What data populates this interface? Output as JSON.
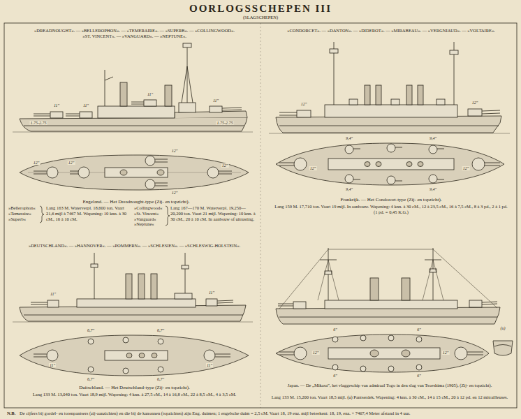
{
  "diagram": {
    "title": "OORLOGSSCHEPEN III",
    "labels": [
      "(SLAGSCHEPEN)",
      "»DREADNOUGHT«. — »BELLEROPHON«. — »TEMERAIRE«. — »SUPERB«. — »COLLINGWOOD«.",
      "»ST. VINCENT«. — »VANGUARD«. — »NEPTUNE«.",
      "»CONDORCET«. — »DANTON«. — »DIDEROT«. — »MIRABEAU«. — »VERGNIAUD«. — »VOLTAIRE«.",
      "Engeland. — Het Dreadnought-type (Zij- en topzicht).",
      "»Bellerophon« »Temeraire« »Superb«",
      "Lang 163 M. Waterverpl. 18,600 ton. Vaart 21,6 mijl à 7467 M. Wapening: 10 knn. à 30 cM., 16 à 10 cM.",
      "»Collingwood« »St. Vincent« »Vanguard« »Neptune«",
      "Lang 167—170 M. Waterverpl. 19,250—20,200 ton. Vaart 21 mijl. Wapening: 10 knn. à 30 cM., 20 à 10 cM. In aanbouw of uitrusting.",
      "Frankrijk. — Het Condorcet-type (Zij- en topzicht).",
      "Lang 159 M. 17,710 ton. Vaart 19 mijl. In aanbouw. Wapening: 4 knn. à 30 cM., 12 à 23,5 cM., 16 à 7,5 cM., 8 à 3 pd., 2 à 1 pd. (1 pd. = 0,45 K.G.)",
      "»DEUTSCHLAND«. — »HANNOVER«. — »POMMERN«. — »SCHLESIEN«. — »SCHLESWIG-HOLSTEIN«.",
      "Duitschland. — Het Deutschland-type (Zij- en topzicht).",
      "Lang 133 M. 13,040 ton. Vaart 18,9 mijl. Wapening: 4 knn. à 27,5 cM., 14 à 16,8 cM., 22 à 8,5 cM., 4 à 3,5 cM.",
      "Japan. — De „Mikasa”, het vlaggeschip van admiraal Togo in den slag van Tsoeshima (1905), (Zij- en topzicht).",
      "Lang 133 M. 15,200 ton. Vaart 18,5 mijl. (u) Pantserdek. Wapening: 4 knn. à 30 cM., 14 à 15 cM., 20 à 12 pd. en 12 mitrailleuses.",
      "N.B.",
      "De cijfers bij gordel- en torenpantsers (zij-aanzichten) en die bij de kanonnen (topzichten) zijn Eng. duimen; 1 engelsche duim = 2,5 cM. Vaart 18, 19 enz. mijl beteekent: 18, 19, enz. × 7467,4 Meter afstand in 4 uur.",
      "11\"",
      "11\"",
      "11\"",
      "11\"",
      "1.75-2.75",
      "1.75-2.75",
      "12\"",
      "12\"",
      "12\"",
      "12\"",
      "12\"",
      "12\"",
      "12\"",
      "12\"",
      "12\"",
      "9,4\"",
      "9,4\"",
      "9,4\"",
      "9,4\"",
      "11\"",
      "11\"",
      "11\"",
      "11\"",
      "6,7\"",
      "6,7\"",
      "6,7\"",
      "6,7\"",
      "12\"",
      "12\"",
      "6\"",
      "6\"",
      "6\"",
      "6\"",
      "(u)"
    ]
  }
}
